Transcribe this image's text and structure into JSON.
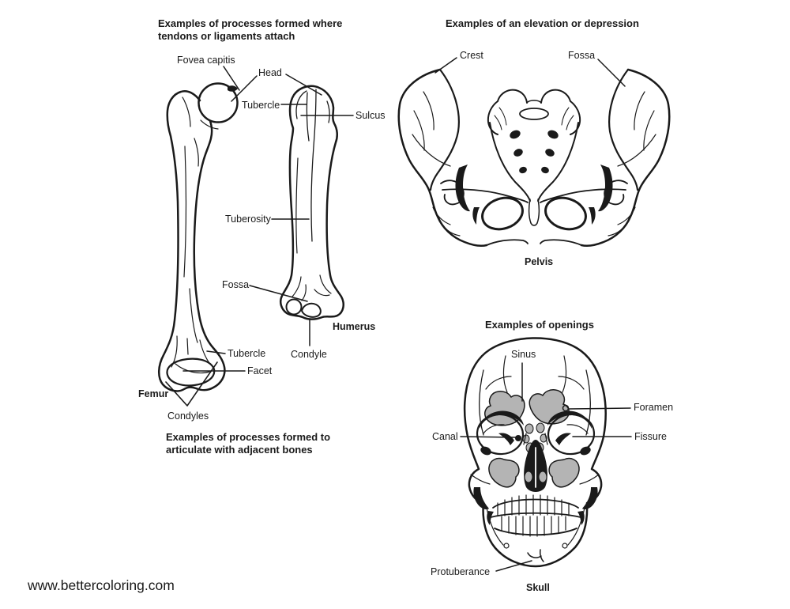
{
  "watermark": "www.bettercoloring.com",
  "colors": {
    "ink": "#1a1a1a",
    "paper": "#ffffff",
    "sinus_gray": "#b4b4b4"
  },
  "sections": {
    "attachment": {
      "heading_line1": "Examples of processes formed where",
      "heading_line2": "tendons or ligaments attach",
      "caption_line1": "Examples of processes formed to",
      "caption_line2": "articulate with adjacent bones",
      "labels": {
        "fovea_capitis": "Fovea capitis",
        "head": "Head",
        "tubercle_humerus": "Tubercle",
        "sulcus": "Sulcus",
        "tuberosity": "Tuberosity",
        "fossa": "Fossa",
        "tubercle_femur": "Tubercle",
        "facet": "Facet",
        "condyles": "Condyles",
        "condyle": "Condyle"
      },
      "bone_names": {
        "femur": "Femur",
        "humerus": "Humerus"
      }
    },
    "elevation": {
      "heading": "Examples of an elevation or depression",
      "labels": {
        "crest": "Crest",
        "fossa": "Fossa"
      },
      "bone_name": "Pelvis"
    },
    "openings": {
      "heading": "Examples of openings",
      "labels": {
        "sinus": "Sinus",
        "foramen": "Foramen",
        "canal": "Canal",
        "fissure": "Fissure",
        "protuberance": "Protuberance"
      },
      "bone_name": "Skull"
    }
  }
}
